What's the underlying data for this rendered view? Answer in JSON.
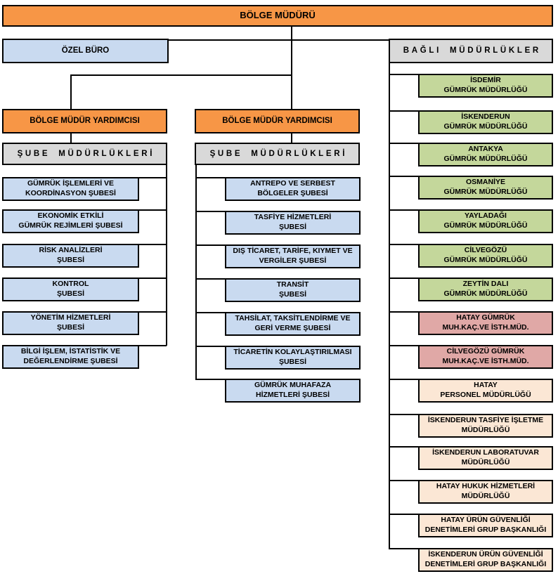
{
  "title": {
    "label": "BÖLGE MÜDÜRÜ"
  },
  "ozel_buro": {
    "label": "ÖZEL BÜRO"
  },
  "bagli_mudurlukler": {
    "label": "BAĞLI MÜDÜRLÜKLER"
  },
  "deputy_left": {
    "label": "BÖLGE MÜDÜR YARDIMCISI"
  },
  "deputy_right": {
    "label": "BÖLGE MÜDÜR YARDIMCISI"
  },
  "sube_left": {
    "label": "ŞUBE MÜDÜRLÜKLERİ"
  },
  "sube_right": {
    "label": "ŞUBE MÜDÜRLÜKLERİ"
  },
  "left_branches": [
    {
      "l1": "GÜMRÜK İŞLEMLERİ VE",
      "l2": "KOORDİNASYON ŞUBESİ"
    },
    {
      "l1": "EKONOMİK ETKİLİ",
      "l2": "GÜMRÜK REJİMLERİ ŞUBESİ"
    },
    {
      "l1": "RİSK ANALİZLERİ",
      "l2": "ŞUBESİ"
    },
    {
      "l1": "KONTROL",
      "l2": "ŞUBESİ"
    },
    {
      "l1": "YÖNETİM HİZMETLERİ",
      "l2": "ŞUBESİ"
    },
    {
      "l1": "BİLGİ İŞLEM, İSTATİSTİK VE",
      "l2": "DEĞERLENDİRME ŞUBESİ"
    }
  ],
  "middle_branches": [
    {
      "l1": "ANTREPO VE SERBEST",
      "l2": "BÖLGELER ŞUBESİ"
    },
    {
      "l1": "TASFİYE HİZMETLERİ",
      "l2": "ŞUBESİ"
    },
    {
      "l1": "DIŞ TİCARET, TARİFE, KIYMET VE",
      "l2": "VERGİLER ŞUBESİ"
    },
    {
      "l1": "TRANSİT",
      "l2": "ŞUBESİ"
    },
    {
      "l1": "TAHSİLAT, TAKSİTLENDİRME VE",
      "l2": "GERİ VERME ŞUBESİ"
    },
    {
      "l1": "TİCARETİN KOLAYLAŞTIRILMASI",
      "l2": "ŞUBESİ"
    },
    {
      "l1": "GÜMRÜK MUHAFAZA",
      "l2": "HİZMETLERİ ŞUBESİ"
    }
  ],
  "attached": [
    {
      "l1": "İSDEMİR",
      "l2": "GÜMRÜK MÜDÜRLÜĞÜ",
      "category": "customs"
    },
    {
      "l1": "İSKENDERUN",
      "l2": "GÜMRÜK MÜDÜRLÜĞÜ",
      "category": "customs"
    },
    {
      "l1": "ANTAKYA",
      "l2": "GÜMRÜK MÜDÜRLÜĞÜ",
      "category": "customs"
    },
    {
      "l1": "OSMANİYE",
      "l2": "GÜMRÜK MÜDÜRLÜĞÜ",
      "category": "customs"
    },
    {
      "l1": "YAYLADAĞI",
      "l2": "GÜMRÜK MÜDÜRLÜĞÜ",
      "category": "customs"
    },
    {
      "l1": "CİLVEGÖZÜ",
      "l2": "GÜMRÜK MÜDÜRLÜĞÜ",
      "category": "customs"
    },
    {
      "l1": "ZEYTİN DALI",
      "l2": "GÜMRÜK MÜDÜRLÜĞÜ",
      "category": "customs"
    },
    {
      "l1": "HATAY GÜMRÜK",
      "l2": "MUH.KAÇ.VE İSTH.MÜD.",
      "category": "enforcement"
    },
    {
      "l1": "CİLVEGÖZÜ GÜMRÜK",
      "l2": "MUH.KAÇ.VE İSTH.MÜD.",
      "category": "enforcement"
    },
    {
      "l1": "HATAY",
      "l2": "PERSONEL MÜDÜRLÜĞÜ",
      "category": "support"
    },
    {
      "l1": "İSKENDERUN TASFİYE İŞLETME",
      "l2": "MÜDÜRLÜĞÜ",
      "category": "support"
    },
    {
      "l1": "İSKENDERUN LABORATUVAR",
      "l2": "MÜDÜRLÜĞÜ",
      "category": "support"
    },
    {
      "l1": "HATAY HUKUK HİZMETLERİ",
      "l2": "MÜDÜRLÜĞÜ",
      "category": "support"
    },
    {
      "l1": "HATAY ÜRÜN GÜVENLİĞİ",
      "l2": "DENETİMLERİ GRUP BAŞKANLIĞI",
      "category": "support"
    },
    {
      "l1": "İSKENDERUN ÜRÜN GÜVENLİĞİ",
      "l2": "DENETİMLERİ GRUP BAŞKANLIĞI",
      "category": "support"
    }
  ],
  "colors": {
    "orange": "#F79646",
    "blue": "#C9DAF0",
    "gray": "#D9D9D9",
    "green": "#C4D79B",
    "rose": "#E0A8A6",
    "peach": "#FBE7D5",
    "border": "#000000",
    "line": "#000000"
  }
}
